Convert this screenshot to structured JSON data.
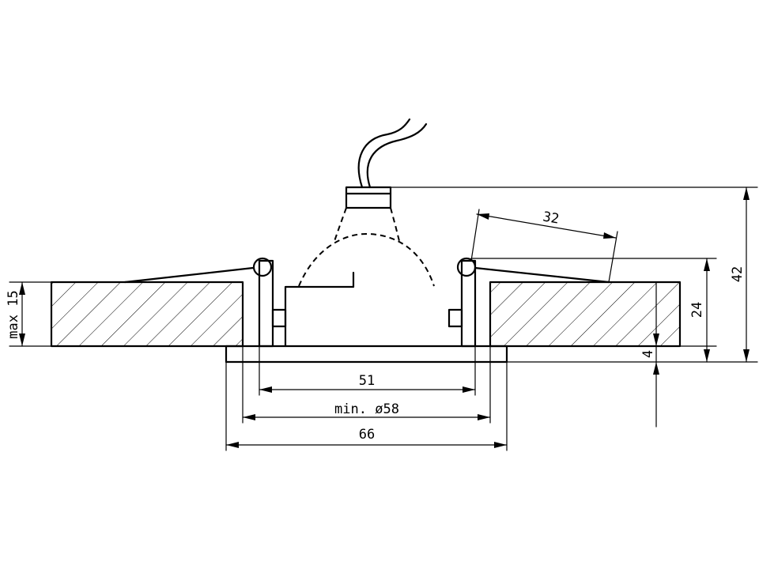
{
  "dimensions": {
    "d51": "51",
    "d58": "min. ø58",
    "d66": "66",
    "d32": "32",
    "d42": "42",
    "d24": "24",
    "d4": "4",
    "max15": "max 15"
  }
}
